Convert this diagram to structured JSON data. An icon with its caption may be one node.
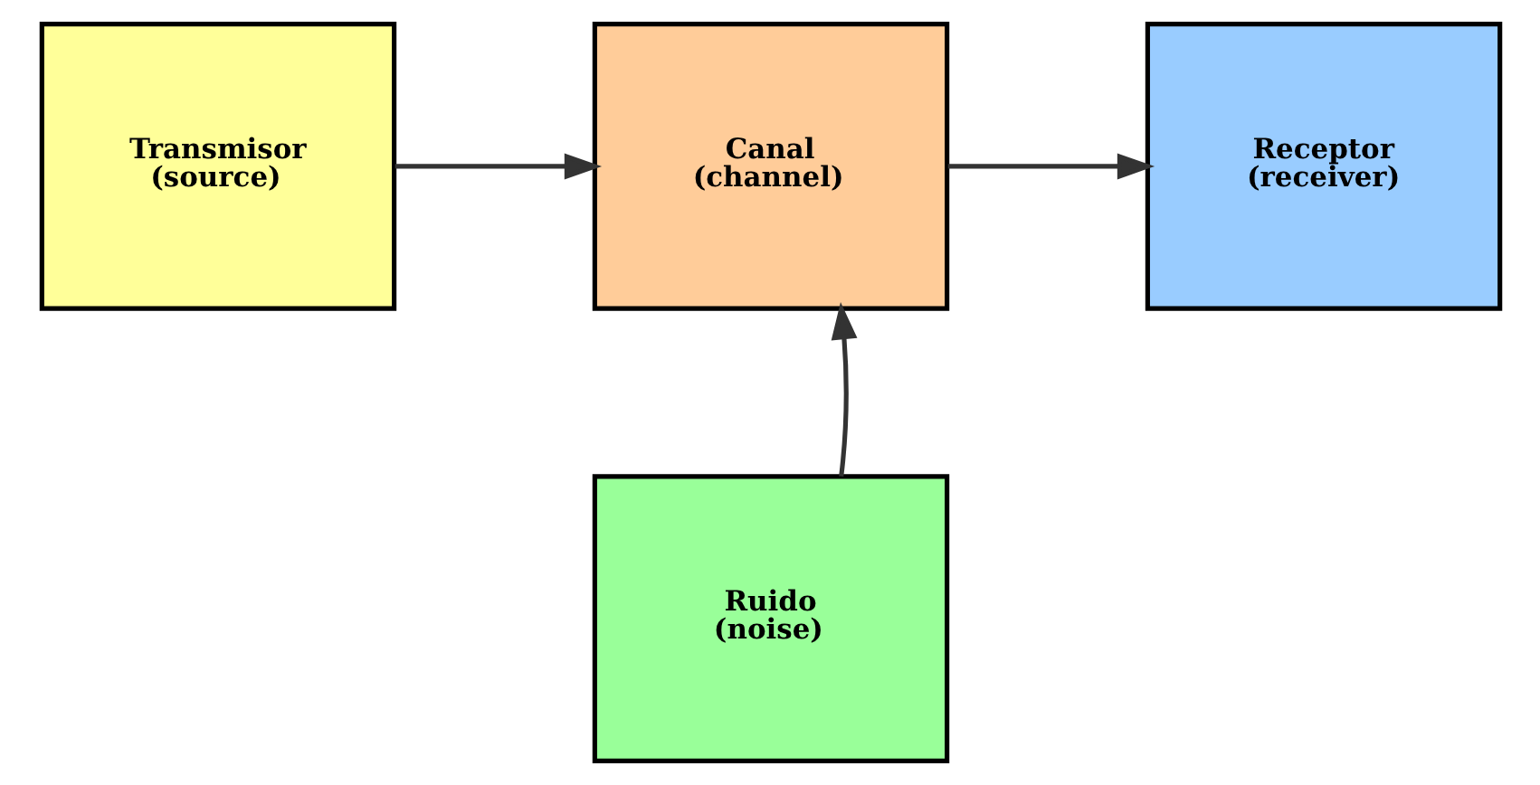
{
  "diagram": {
    "nodes": [
      {
        "text": [
          "Transmisor (source)"
        ]
      },
      {
        "text": [
          "Canal (channel)"
        ]
      },
      {
        "text": [
          "Receptor (receiver)"
        ]
      },
      {
        "text": [
          "Ruido (noise)"
        ]
      }
    ],
    "edges": [
      {
        "from": 0,
        "to": 1,
        "arrow": "to"
      },
      {
        "from": 1,
        "to": 2,
        "arrow": "to"
      },
      {
        "from": 3,
        "to": 1,
        "arrow": "to"
      }
    ]
  }
}
